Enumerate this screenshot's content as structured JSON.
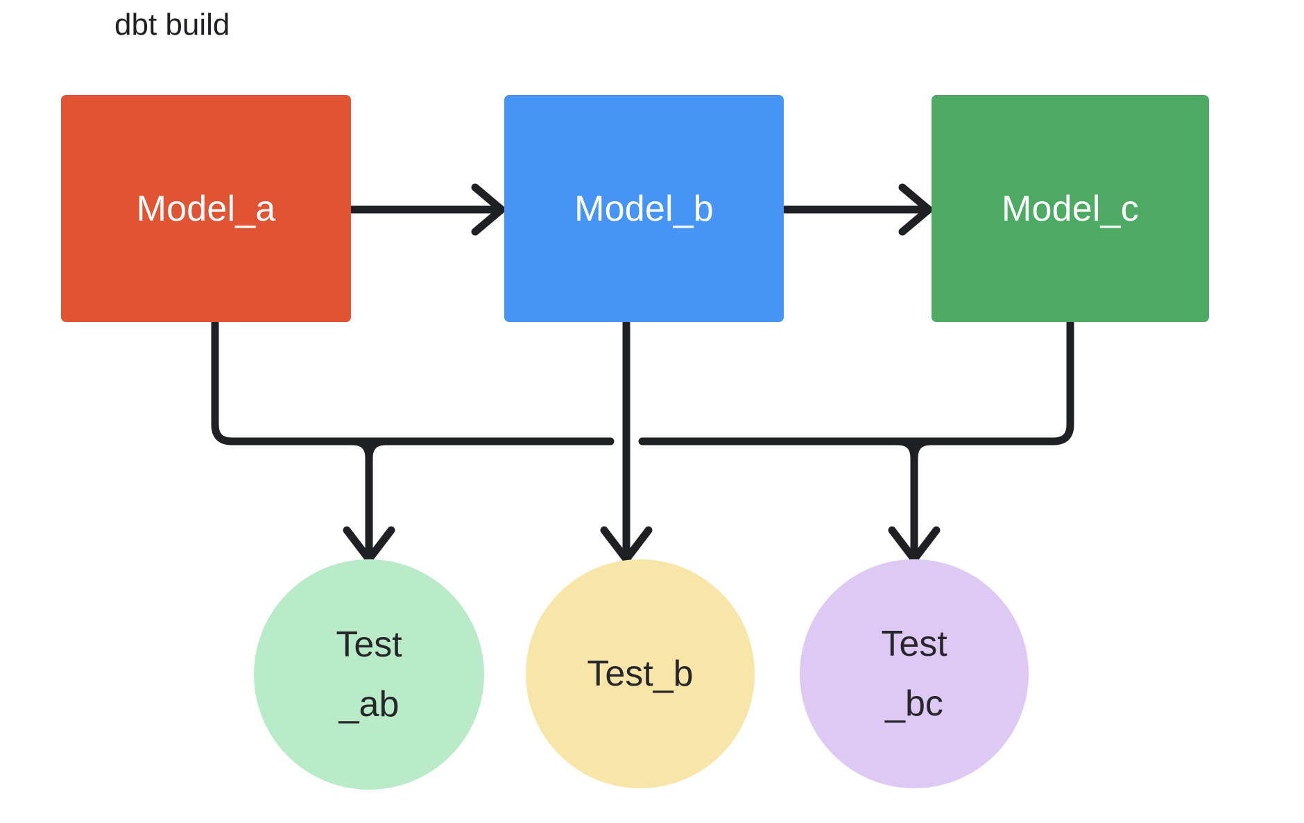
{
  "diagram": {
    "title": "dbt build",
    "type": "flow-dag",
    "background": "#ffffff",
    "edge_color": "#1f2023"
  },
  "nodes": {
    "models": [
      {
        "id": "model_a",
        "label": "Model_a",
        "shape": "rectangle",
        "color": "#e05434",
        "text_color": "#ffffff"
      },
      {
        "id": "model_b",
        "label": "Model_b",
        "shape": "rectangle",
        "color": "#4694f5",
        "text_color": "#ffffff"
      },
      {
        "id": "model_c",
        "label": "Model_c",
        "shape": "rectangle",
        "color": "#4caa63",
        "text_color": "#ffffff"
      }
    ],
    "tests": [
      {
        "id": "test_ab",
        "label": "Test\n_ab",
        "shape": "circle",
        "color": "#b9ebc8",
        "text_color": "#26262b"
      },
      {
        "id": "test_b",
        "label": "Test_b",
        "shape": "circle",
        "color": "#f8e5a8",
        "text_color": "#26262b"
      },
      {
        "id": "test_bc",
        "label": "Test\n_bc",
        "shape": "circle",
        "color": "#dec9f5",
        "text_color": "#26262b"
      }
    ]
  },
  "edges": [
    {
      "from": "model_a",
      "to": "model_b",
      "style": "straight-arrow"
    },
    {
      "from": "model_b",
      "to": "model_c",
      "style": "straight-arrow"
    },
    {
      "from": "model_a",
      "to": "test_ab",
      "style": "elbow-arrow"
    },
    {
      "from": "model_b",
      "to": "test_ab",
      "style": "elbow-arrow"
    },
    {
      "from": "model_b",
      "to": "test_b",
      "style": "straight-arrow"
    },
    {
      "from": "model_b",
      "to": "test_bc",
      "style": "elbow-arrow"
    },
    {
      "from": "model_c",
      "to": "test_bc",
      "style": "elbow-arrow"
    }
  ]
}
